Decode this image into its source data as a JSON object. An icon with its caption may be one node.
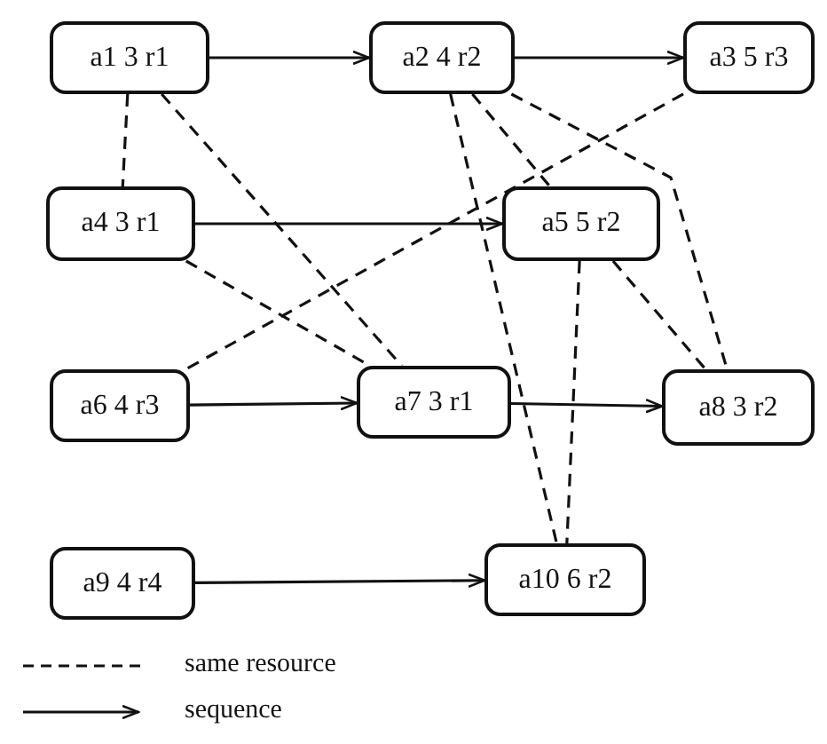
{
  "diagram": {
    "nodes": [
      {
        "text": [
          "a1 3 r1"
        ]
      },
      {
        "text": [
          "a2 4 r2"
        ]
      },
      {
        "text": [
          "a3 5 r3"
        ]
      },
      {
        "text": [
          "a4 3 r1"
        ]
      },
      {
        "text": [
          "a5 5 r2"
        ]
      },
      {
        "text": [
          "a6 4 r3"
        ]
      },
      {
        "text": [
          "a7 3 r1"
        ]
      },
      {
        "text": [
          "a8 3 r2"
        ]
      },
      {
        "text": [
          "a9 4 r4"
        ]
      },
      {
        "text": [
          "a10 6 r2"
        ]
      }
    ],
    "edges": [
      {
        "from": 0,
        "to": 1,
        "arrow": "to"
      },
      {
        "from": 1,
        "to": 2,
        "arrow": "to"
      },
      {
        "from": 3,
        "to": 4,
        "arrow": "to"
      },
      {
        "from": 5,
        "to": 6,
        "arrow": "to"
      },
      {
        "from": 6,
        "to": 7,
        "arrow": "to"
      },
      {
        "from": 8,
        "to": 9,
        "arrow": "to"
      },
      {
        "from": 0,
        "to": 3,
        "arrow": "none",
        "style": "dashed"
      },
      {
        "from": 0,
        "to": 6,
        "arrow": "none",
        "style": "dashed"
      },
      {
        "from": 3,
        "to": 6,
        "arrow": "none",
        "style": "dashed"
      },
      {
        "from": 1,
        "to": 4,
        "arrow": "none",
        "style": "dashed"
      },
      {
        "from": 1,
        "to": 7,
        "arrow": "none",
        "style": "dashed"
      },
      {
        "from": 1,
        "to": 9,
        "arrow": "none",
        "style": "dashed"
      },
      {
        "from": 4,
        "to": 7,
        "arrow": "none",
        "style": "dashed"
      },
      {
        "from": 4,
        "to": 9,
        "arrow": "none",
        "style": "dashed"
      },
      {
        "from": 2,
        "to": 5,
        "arrow": "none",
        "style": "dashed"
      }
    ],
    "legend": [
      {
        "text": "same resource"
      },
      {
        "text": "sequence"
      }
    ]
  }
}
